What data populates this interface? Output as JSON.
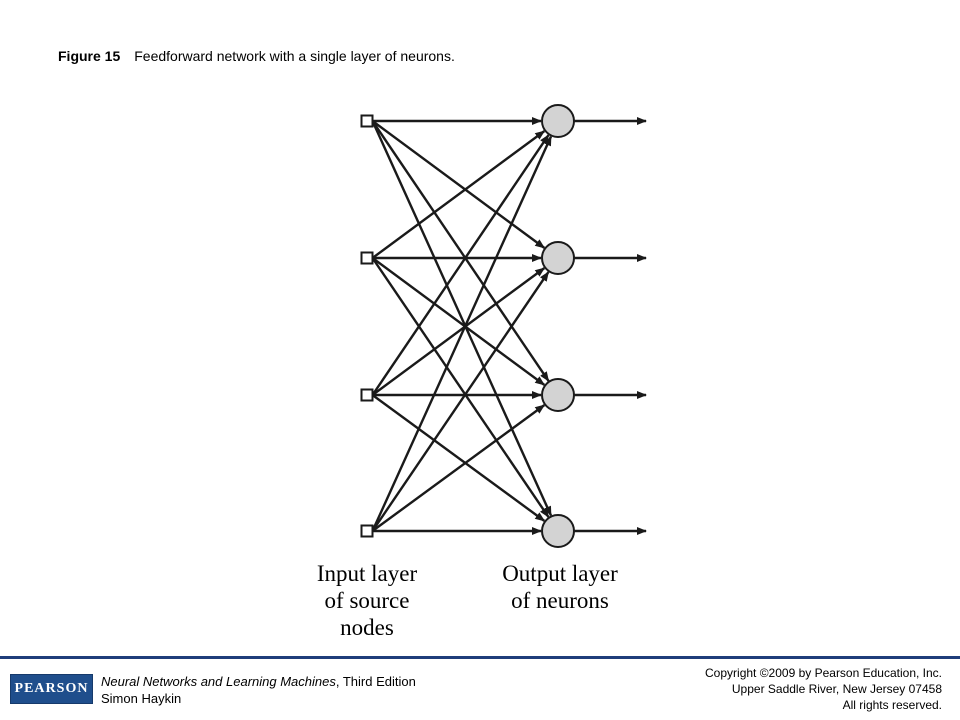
{
  "caption": {
    "figure_label": "Figure 15",
    "text": "Feedforward network with a single layer of neurons."
  },
  "diagram": {
    "input_label": "Input layer\nof source\nnodes",
    "output_label": "Output layer\nof neurons",
    "input_node_count": 4,
    "output_neuron_count": 4,
    "connections": "fully-connected",
    "colors": {
      "stroke": "#1a1a1a",
      "neuron_fill": "#d3d3d3",
      "node_fill": "#ffffff"
    }
  },
  "footer": {
    "logo_text": "PEARSON",
    "book_title": "Neural Networks and Learning Machines",
    "book_edition": ", Third Edition",
    "author": "Simon Haykin",
    "copyright_line1": "Copyright ©2009 by Pearson Education, Inc.",
    "copyright_line2": "Upper Saddle River, New Jersey 07458",
    "copyright_line3": "All rights reserved.",
    "colors": {
      "brand_blue": "#1f4e8c",
      "rule": "#1f3d7a"
    }
  }
}
